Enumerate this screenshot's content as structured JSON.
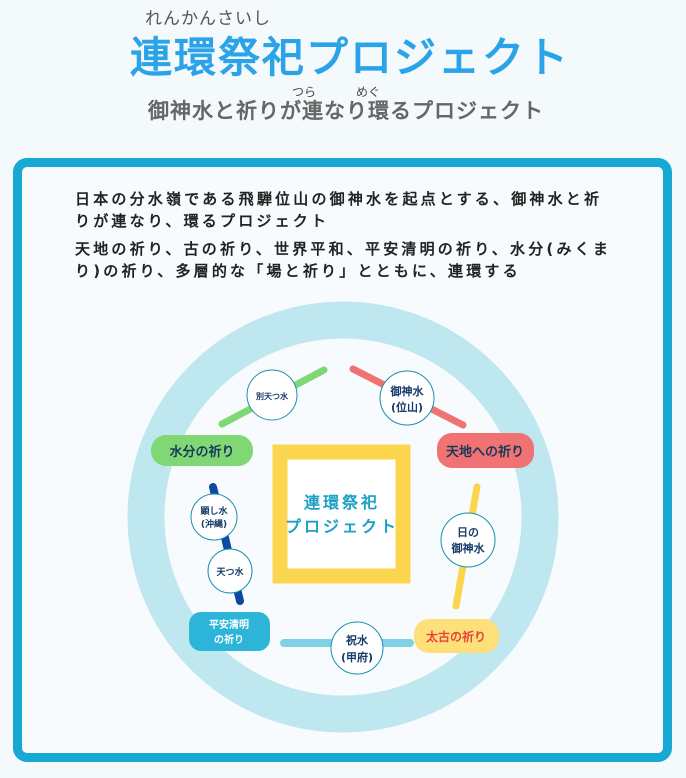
{
  "header": {
    "title_ruby": "れんかんさいし",
    "title": "連環祭祀プロジェクト",
    "subtitle": "御神水と祈りが連なり環るプロジェクト",
    "subtitle_ruby_1": "つら",
    "subtitle_ruby_2": "めぐ"
  },
  "card": {
    "paragraph_1": "日本の分水嶺である飛騨位山の御神水を起点とする、御神水と祈りが連なり、環るプロジェクト",
    "paragraph_2": "天地の祈り、古の祈り、世界平和、平安清明の祈り、水分(みくまり)の祈り、多層的な「場と祈り」とともに、連環する"
  },
  "diagram": {
    "center_line_1": "連環祭祀",
    "center_line_2": "プロジェクト",
    "prayers": {
      "mikumari": "水分の祈り",
      "tenchi": "天地への祈り",
      "taiko": "太古の祈り",
      "heian_1": "平安清明",
      "heian_2": "の祈り"
    },
    "waters": {
      "betsu": "別天つ水",
      "goshinsui_1": "御神水",
      "goshinsui_2": "(位山)",
      "hino_1": "日の",
      "hino_2": "御神水",
      "iwai_1": "祝水",
      "iwai_2": "(甲府)",
      "utsushi_1": "顕し水",
      "utsushi_2": "(沖縄)",
      "amatsu": "天つ水"
    },
    "colors": {
      "green": "#7fd873",
      "red": "#f07272",
      "yellow": "#fbd54e",
      "blue": "#2cb4d9",
      "navy": "#0b4aa0",
      "ring": "#bfe7f0"
    }
  }
}
